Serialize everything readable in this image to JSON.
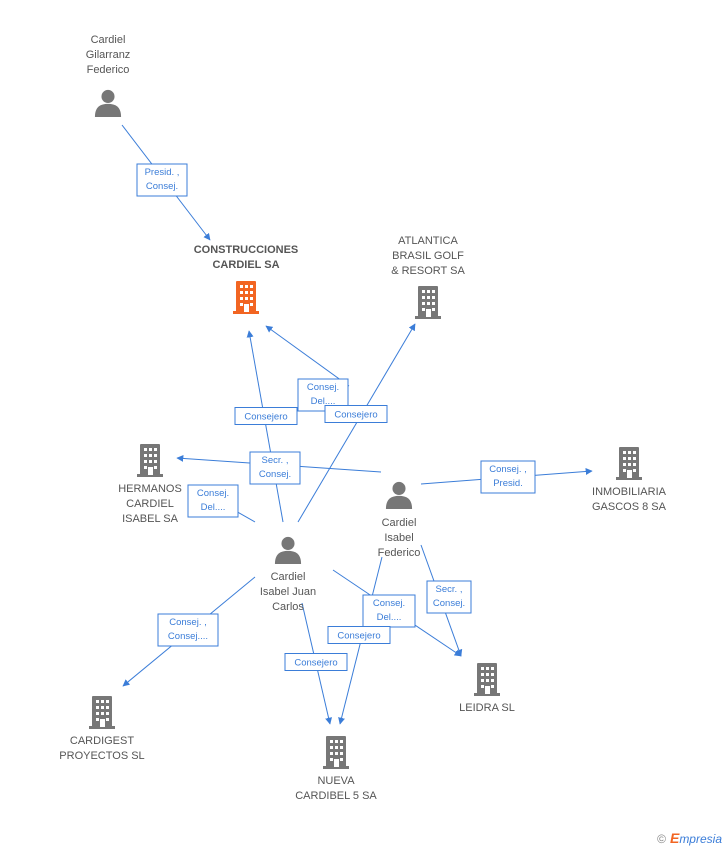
{
  "colors": {
    "edge": "#3b7dd8",
    "company": "#777777",
    "main_company": "#f26522",
    "person": "#777777"
  },
  "nodes": [
    {
      "id": "cardiel_gilarranz",
      "type": "person",
      "icon": "person-icon",
      "lines": [
        "Cardiel",
        "Gilarranz",
        "Federico"
      ]
    },
    {
      "id": "construcciones_cardiel",
      "type": "main_company",
      "icon": "building-icon",
      "lines": [
        "CONSTRUCCIONES",
        "CARDIEL SA"
      ]
    },
    {
      "id": "atlantica_brasil",
      "type": "company",
      "icon": "building-icon",
      "lines": [
        "ATLANTICA",
        "BRASIL GOLF",
        "& RESORT SA"
      ]
    },
    {
      "id": "hermanos_cardiel",
      "type": "company",
      "icon": "building-icon",
      "lines": [
        "HERMANOS",
        "CARDIEL",
        "ISABEL SA"
      ]
    },
    {
      "id": "cardiel_isabel_federico",
      "type": "person",
      "icon": "person-icon",
      "lines": [
        "Cardiel",
        "Isabel",
        "Federico"
      ]
    },
    {
      "id": "inmobiliaria_gascos",
      "type": "company",
      "icon": "building-icon",
      "lines": [
        "INMOBILIARIA",
        "GASCOS 8 SA"
      ]
    },
    {
      "id": "cardiel_isabel_juan_carlos",
      "type": "person",
      "icon": "person-icon",
      "lines": [
        "Cardiel",
        "Isabel Juan",
        "Carlos"
      ]
    },
    {
      "id": "cardigest",
      "type": "company",
      "icon": "building-icon",
      "lines": [
        "CARDIGEST",
        "PROYECTOS SL"
      ]
    },
    {
      "id": "leidra",
      "type": "company",
      "icon": "building-icon",
      "lines": [
        "LEIDRA SL"
      ]
    },
    {
      "id": "nueva_cardibel",
      "type": "company",
      "icon": "building-icon",
      "lines": [
        "NUEVA",
        "CARDIBEL 5 SA"
      ]
    }
  ],
  "edges": [
    {
      "from": "cardiel_gilarranz",
      "to": "construcciones_cardiel",
      "label": [
        "Presid. ,",
        "Consej."
      ]
    },
    {
      "from": "cardiel_isabel_federico",
      "to": "construcciones_cardiel",
      "label": [
        "Consej.",
        "Del...."
      ]
    },
    {
      "from": "cardiel_isabel_juan_carlos",
      "to": "construcciones_cardiel",
      "label": [
        "Consejero"
      ]
    },
    {
      "from": "cardiel_isabel_juan_carlos",
      "to": "atlantica_brasil",
      "label": [
        "Consejero"
      ]
    },
    {
      "from": "cardiel_isabel_federico",
      "to": "hermanos_cardiel",
      "label": [
        "Secr. ,",
        "Consej."
      ]
    },
    {
      "from": "cardiel_isabel_juan_carlos",
      "to": "hermanos_cardiel",
      "label": [
        "Consej.",
        "Del...."
      ]
    },
    {
      "from": "cardiel_isabel_federico",
      "to": "inmobiliaria_gascos",
      "label": [
        "Consej. ,",
        "Presid."
      ]
    },
    {
      "from": "cardiel_isabel_juan_carlos",
      "to": "cardigest",
      "label": [
        "Consej. ,",
        "Consej...."
      ]
    },
    {
      "from": "cardiel_isabel_federico",
      "to": "leidra",
      "label": [
        "Secr. ,",
        "Consej."
      ]
    },
    {
      "from": "cardiel_isabel_juan_carlos",
      "to": "leidra",
      "label": [
        "Consej.",
        "Del...."
      ]
    },
    {
      "from": "cardiel_isabel_federico",
      "to": "nueva_cardibel",
      "label": [
        "Consejero"
      ]
    },
    {
      "from": "cardiel_isabel_juan_carlos",
      "to": "nueva_cardibel",
      "label": [
        "Consejero"
      ]
    }
  ],
  "watermark": {
    "copyright": "©",
    "brand_initial": "E",
    "brand_rest": "mpresia"
  }
}
